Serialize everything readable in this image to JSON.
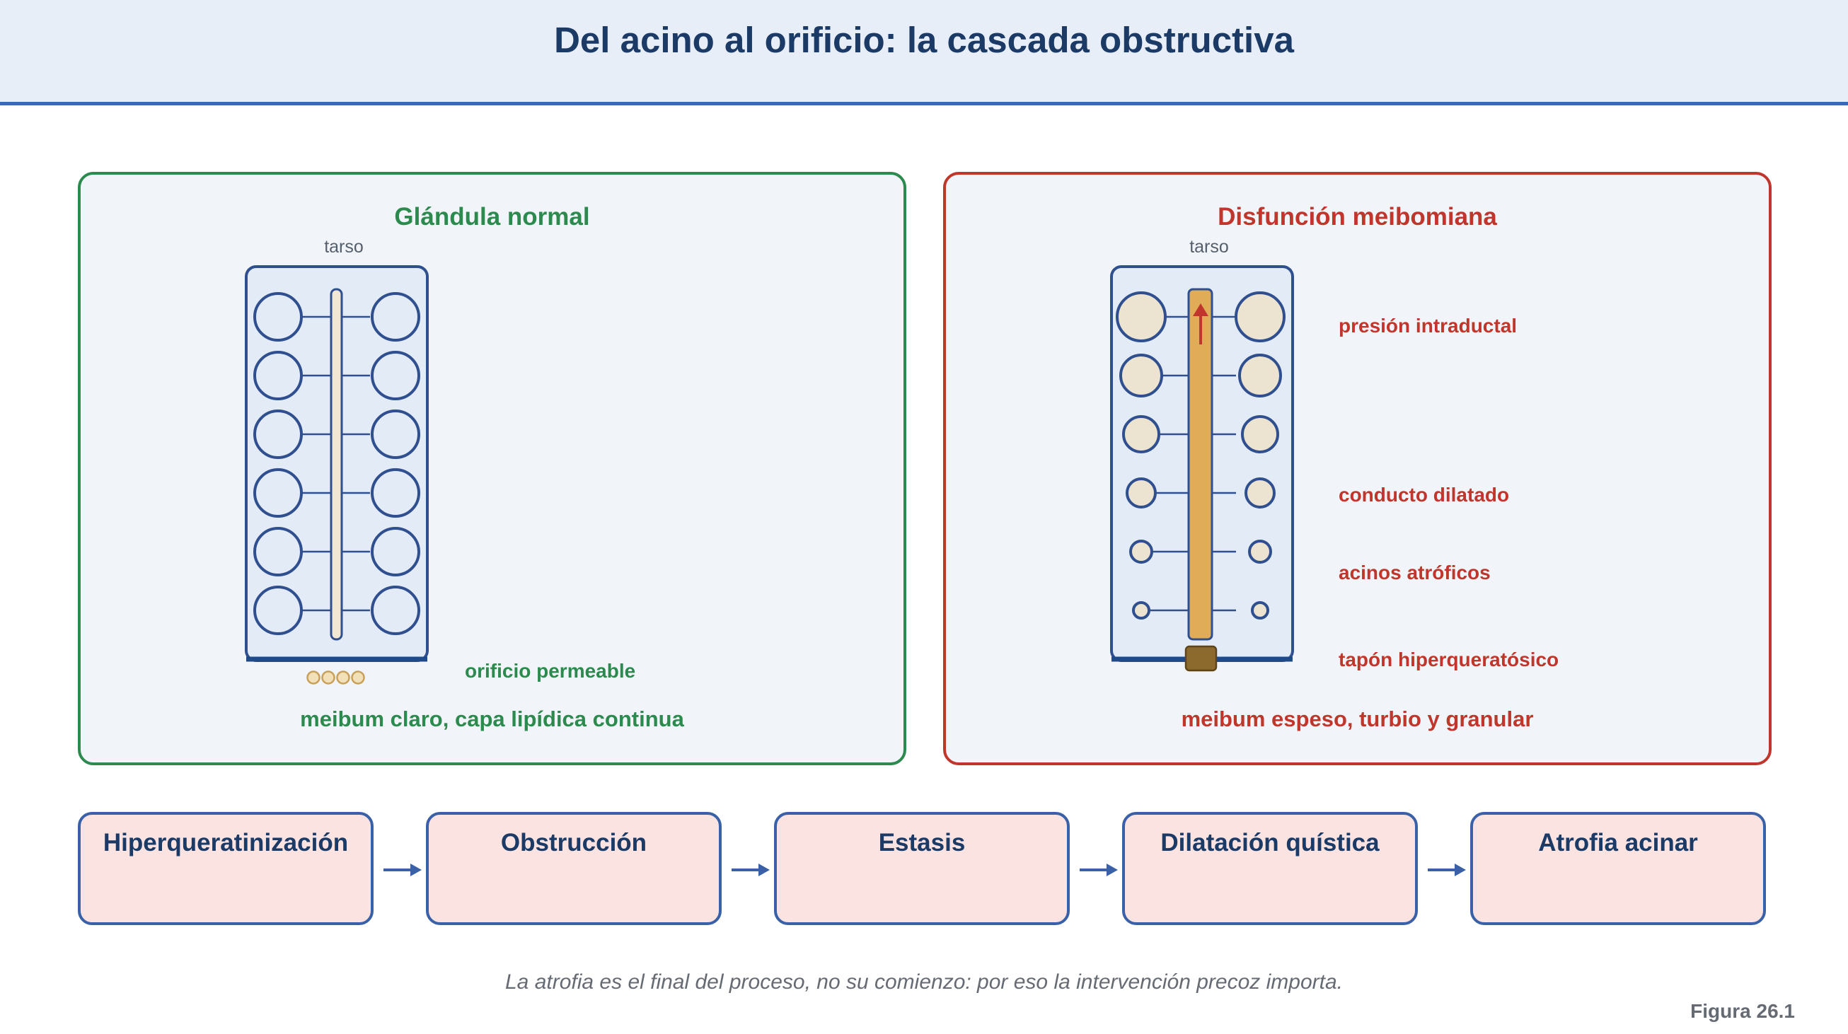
{
  "header": {
    "title": "Del acino al orificio: la cascada obstructiva"
  },
  "normal_panel": {
    "title": "Glándula normal",
    "tarso_label": "tarso",
    "orifice_label": "orificio permeable",
    "caption": "meibum claro, capa lipídica continua",
    "accent_color": "#2d8a4e"
  },
  "dysfunction_panel": {
    "title": "Disfunción meibomiana",
    "tarso_label": "tarso",
    "labels": {
      "pressure": "presión intraductal",
      "duct": "conducto dilatado",
      "acini": "acinos atróficos",
      "plug": "tapón hiperqueratósico"
    },
    "caption": "meibum espeso, turbio y granular",
    "accent_color": "#c0362c"
  },
  "cascade": {
    "steps": [
      {
        "label": "Hiperqueratinización"
      },
      {
        "label": "Obstrucción"
      },
      {
        "label": "Estasis"
      },
      {
        "label": "Dilatación quística"
      },
      {
        "label": "Atrofia acinar"
      }
    ]
  },
  "footer": {
    "note": "La atrofia es el final del proceso, no su comienzo: por eso la intervención precoz importa.",
    "figure_label": "Figura 26.1"
  }
}
